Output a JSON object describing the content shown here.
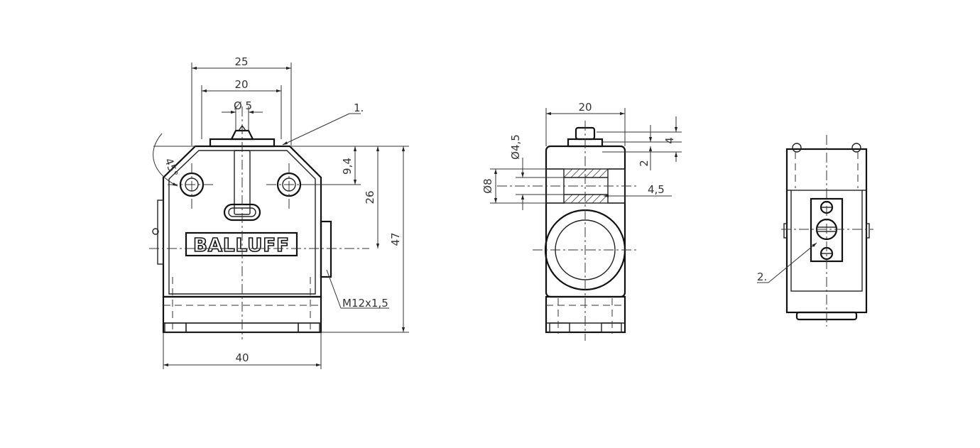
{
  "drawing": {
    "brand_logo": "BALLUFF",
    "dimensions": {
      "front_width_top": "25",
      "front_width_inner": "20",
      "pin_diameter": "Ø 5",
      "angle": "45°",
      "height_9_4": "9,4",
      "height_26": "26",
      "height_47": "47",
      "width_40": "40",
      "thread": "M12x1,5",
      "side_width": "20",
      "hole_d45": "Ø4,5",
      "hole_d8": "Ø8",
      "side_4": "4",
      "side_2": "2",
      "side_45": "4,5"
    },
    "callouts": {
      "item1": "1.",
      "item2": "2."
    }
  }
}
